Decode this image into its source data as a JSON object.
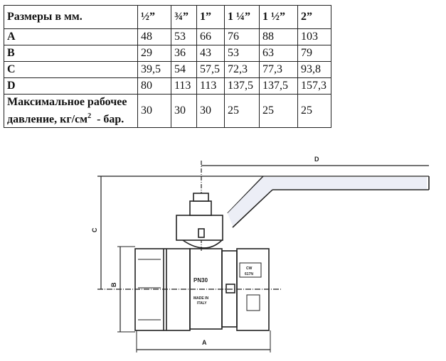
{
  "table": {
    "header": [
      "Размеры в мм.",
      "½”",
      "¾”",
      "1”",
      "1 ¼”",
      "1 ½”",
      "2”"
    ],
    "rows": [
      {
        "label": "A",
        "values": [
          "48",
          "53",
          "66",
          "76",
          "88",
          "103"
        ]
      },
      {
        "label": "B",
        "values": [
          "29",
          "36",
          "43",
          "53",
          "63",
          "79"
        ]
      },
      {
        "label": "C",
        "values": [
          "39,5",
          "54",
          "57,5",
          "72,3",
          "77,3",
          "93,8"
        ]
      },
      {
        "label": "D",
        "values": [
          "80",
          "113",
          "113",
          "137,5",
          "137,5",
          "157,3"
        ]
      }
    ],
    "pressure": {
      "label_line1": "Максимальное рабочее",
      "label_line2": "давление, кг/см",
      "sup": "2",
      "label_tail": "  - бар.",
      "values": [
        "30",
        "30",
        "30",
        "25",
        "25",
        "25"
      ]
    }
  },
  "drawing": {
    "dim_a": "A",
    "dim_b": "B",
    "dim_c": "C",
    "dim_d": "D",
    "marking_pn": "PN30",
    "marking_made1": "MADE IN",
    "marking_made2": "ITALY",
    "marking_cw1": "CW",
    "marking_cw2": "617N"
  }
}
